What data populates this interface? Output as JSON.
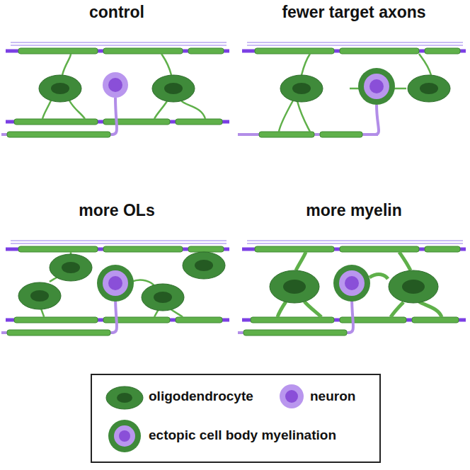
{
  "diagram": {
    "labels": [
      "control",
      "fewer target axons",
      "more OLs",
      "more myelin"
    ],
    "legend": [
      {
        "text": "oligodendrocyte"
      },
      {
        "text": "neuron"
      },
      {
        "text": "ectopic cell body myelination"
      }
    ]
  }
}
